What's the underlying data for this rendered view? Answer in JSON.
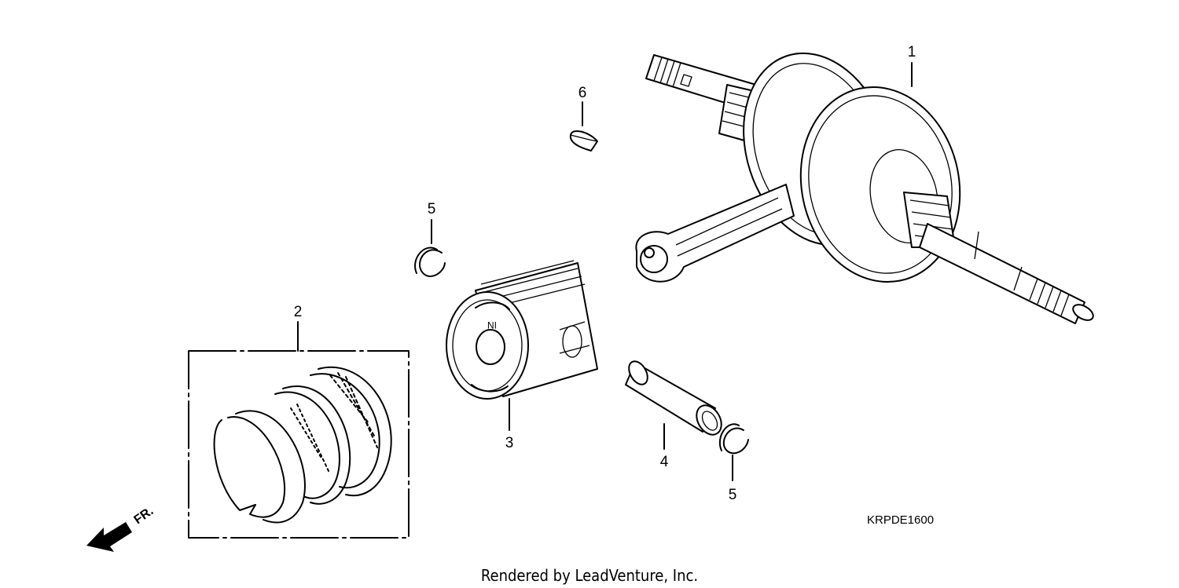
{
  "callouts": [
    {
      "id": "1",
      "label": "1"
    },
    {
      "id": "2",
      "label": "2"
    },
    {
      "id": "3",
      "label": "3"
    },
    {
      "id": "4",
      "label": "4"
    },
    {
      "id": "5a",
      "label": "5"
    },
    {
      "id": "5b",
      "label": "5"
    },
    {
      "id": "6",
      "label": "6"
    }
  ],
  "piston_mark": "IN",
  "direction_label": "FR.",
  "diagram_code": "KRPDE1600",
  "footer": "Rendered by LeadVenture, Inc."
}
